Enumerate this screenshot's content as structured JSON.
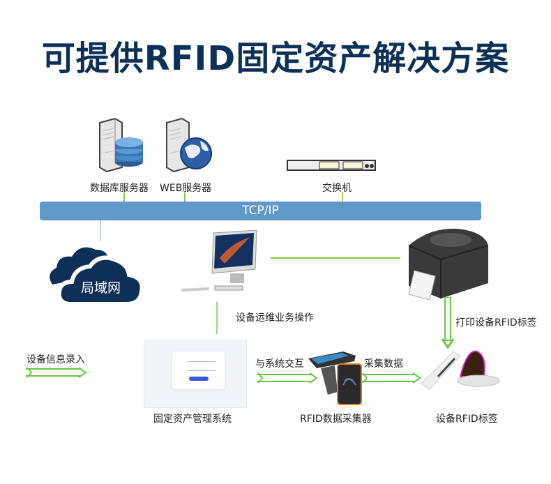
{
  "title": "可提供RFID固定资产解决方案",
  "network_bar": {
    "label": "TCP/IP"
  },
  "nodes": {
    "db_server": {
      "label": "数据库服务器",
      "icon": "database-server-icon"
    },
    "web_server": {
      "label": "WEB服务器",
      "icon": "web-server-icon"
    },
    "switch": {
      "label": "交换机",
      "icon": "network-switch-icon"
    },
    "lan": {
      "label": "局域网",
      "icon": "cloud-icon"
    },
    "computer": {
      "icon": "desktop-computer-icon"
    },
    "printer": {
      "icon": "label-printer-icon"
    },
    "asset_system": {
      "label": "固定资产管理系统",
      "icon": "login-screen-icon"
    },
    "rfid_collector": {
      "label": "RFID数据采集器",
      "icon": "rfid-handheld-icon"
    },
    "rfid_tags": {
      "label": "设备RFID标签",
      "icon": "rfid-tag-roll-icon"
    }
  },
  "flows": {
    "device_ops": "设备运维业务操作",
    "print_tags": "打印设备RFID标签",
    "info_entry": "设备信息录入",
    "interact": "与系统交互",
    "collect": "采集数据"
  },
  "colors": {
    "title": "#0d3058",
    "bar": "#6098c9",
    "cloud": "#0d3058",
    "connector_green": "#8cc63f",
    "arrow_green": "#6cc644"
  }
}
